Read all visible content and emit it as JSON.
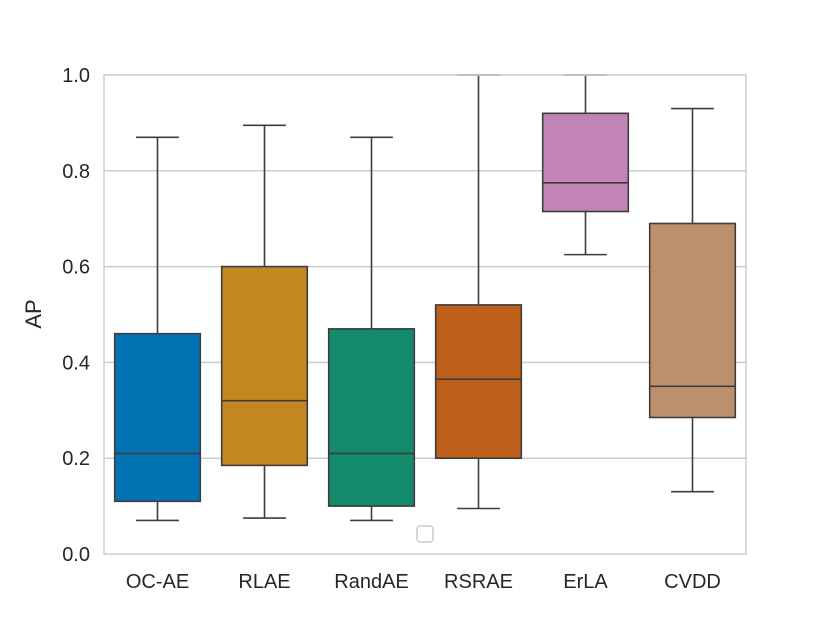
{
  "chart_data": {
    "type": "box",
    "title": "",
    "xlabel": "",
    "ylabel": "AP",
    "ylim": [
      0,
      1
    ],
    "yticks": [
      "0.0",
      "0.2",
      "0.4",
      "0.6",
      "0.8",
      "1.0"
    ],
    "grid": true,
    "legend": "empty legend box near bottom center",
    "categories": [
      "OC-AE",
      "RLAE",
      "RandAE",
      "RSRAE",
      "ErLA",
      "CVDD"
    ],
    "boxes": [
      {
        "name": "OC-AE",
        "whisker_low": 0.07,
        "q1": 0.11,
        "median": 0.21,
        "q3": 0.46,
        "whisker_high": 0.87,
        "color": "#0173b2"
      },
      {
        "name": "RLAE",
        "whisker_low": 0.075,
        "q1": 0.185,
        "median": 0.32,
        "q3": 0.6,
        "whisker_high": 0.895,
        "color": "#c48820"
      },
      {
        "name": "RandAE",
        "whisker_low": 0.07,
        "q1": 0.1,
        "median": 0.21,
        "q3": 0.47,
        "whisker_high": 0.87,
        "color": "#138a6c"
      },
      {
        "name": "RSRAE",
        "whisker_low": 0.095,
        "q1": 0.2,
        "median": 0.365,
        "q3": 0.52,
        "whisker_high": 1.0,
        "color": "#bf5f1c"
      },
      {
        "name": "ErLA",
        "whisker_low": 0.625,
        "q1": 0.715,
        "median": 0.775,
        "q3": 0.92,
        "whisker_high": 1.0,
        "color": "#c283b6"
      },
      {
        "name": "CVDD",
        "whisker_low": 0.13,
        "q1": 0.285,
        "median": 0.35,
        "q3": 0.69,
        "whisker_high": 0.93,
        "color": "#bd906b"
      }
    ]
  }
}
